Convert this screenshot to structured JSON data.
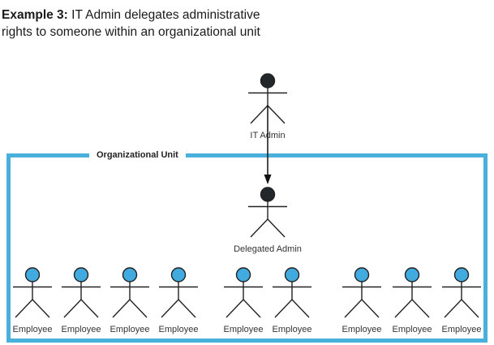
{
  "title": {
    "bold_prefix": "Example 3:",
    "line1_rest": " IT Admin delegates administrative",
    "line2": "rights to someone within an organizational unit"
  },
  "diagram": {
    "org_unit": {
      "label": "Organizational Unit"
    },
    "it_admin": {
      "label": "IT Admin"
    },
    "delegated_admin": {
      "label": "Delegated Admin"
    },
    "employees": [
      {
        "label": "Employee"
      },
      {
        "label": "Employee"
      },
      {
        "label": "Employee"
      },
      {
        "label": "Employee"
      },
      {
        "label": "Employee"
      },
      {
        "label": "Employee"
      },
      {
        "label": "Employee"
      },
      {
        "label": "Employee"
      },
      {
        "label": "Employee"
      }
    ],
    "colors": {
      "box_border": "#49AFDB",
      "admin_head": "#22272C",
      "employee_head": "#41ABDF"
    }
  }
}
